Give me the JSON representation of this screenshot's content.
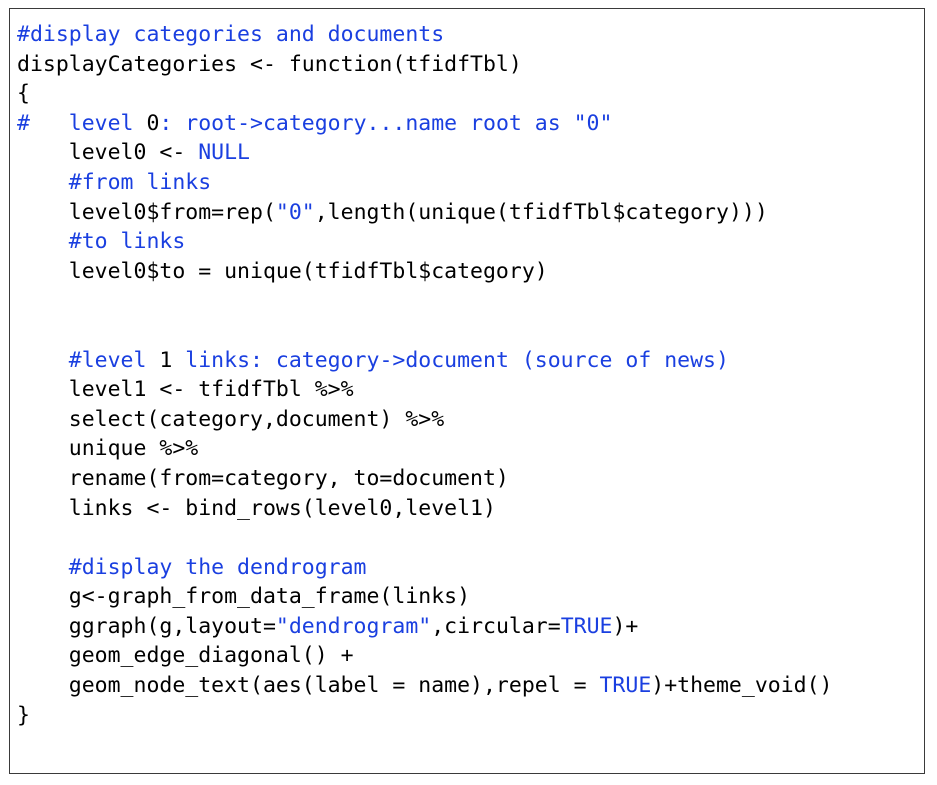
{
  "code": {
    "colors": {
      "comment": "#1a3fe0",
      "string": "#1a3fe0",
      "constant": "#1a3fe0",
      "plain": "#000000",
      "border": "#3a3a3a",
      "background": "#ffffff"
    },
    "lines": [
      [
        {
          "t": "comment",
          "v": "#display categories and documents"
        }
      ],
      [
        {
          "t": "plain",
          "v": "displayCategories <- function(tfidfTbl)"
        }
      ],
      [
        {
          "t": "plain",
          "v": "{"
        }
      ],
      [
        {
          "t": "comment",
          "v": "#   level "
        },
        {
          "t": "plain",
          "v": "0"
        },
        {
          "t": "comment",
          "v": ": root->category...name root as \"0\""
        }
      ],
      [
        {
          "t": "plain",
          "v": "    level0 <- "
        },
        {
          "t": "const",
          "v": "NULL"
        }
      ],
      [
        {
          "t": "comment",
          "v": "    #from links"
        }
      ],
      [
        {
          "t": "plain",
          "v": "    level0$from=rep("
        },
        {
          "t": "string",
          "v": "\"0\""
        },
        {
          "t": "plain",
          "v": ",length(unique(tfidfTbl$category)))"
        }
      ],
      [
        {
          "t": "comment",
          "v": "    #to links"
        }
      ],
      [
        {
          "t": "plain",
          "v": "    level0$to = unique(tfidfTbl$category)"
        }
      ],
      [],
      [],
      [
        {
          "t": "comment",
          "v": "    #level "
        },
        {
          "t": "plain",
          "v": "1"
        },
        {
          "t": "comment",
          "v": " links: category->document (source of news)"
        }
      ],
      [
        {
          "t": "plain",
          "v": "    level1 <- tfidfTbl %>%"
        }
      ],
      [
        {
          "t": "plain",
          "v": "    select(category,document) %>%"
        }
      ],
      [
        {
          "t": "plain",
          "v": "    unique %>%"
        }
      ],
      [
        {
          "t": "plain",
          "v": "    rename(from=category, to=document)"
        }
      ],
      [
        {
          "t": "plain",
          "v": "    links <- bind_rows(level0,level1)"
        }
      ],
      [],
      [
        {
          "t": "comment",
          "v": "    #display the dendrogram"
        }
      ],
      [
        {
          "t": "plain",
          "v": "    g<-graph_from_data_frame(links)"
        }
      ],
      [
        {
          "t": "plain",
          "v": "    ggraph(g,layout="
        },
        {
          "t": "string",
          "v": "\"dendrogram\""
        },
        {
          "t": "plain",
          "v": ",circular="
        },
        {
          "t": "const",
          "v": "TRUE"
        },
        {
          "t": "plain",
          "v": ")+"
        }
      ],
      [
        {
          "t": "plain",
          "v": "    geom_edge_diagonal() +"
        }
      ],
      [
        {
          "t": "plain",
          "v": "    geom_node_text(aes(label = name),repel = "
        },
        {
          "t": "const",
          "v": "TRUE"
        },
        {
          "t": "plain",
          "v": ")+theme_void()"
        }
      ],
      [
        {
          "t": "plain",
          "v": "}"
        }
      ]
    ]
  }
}
